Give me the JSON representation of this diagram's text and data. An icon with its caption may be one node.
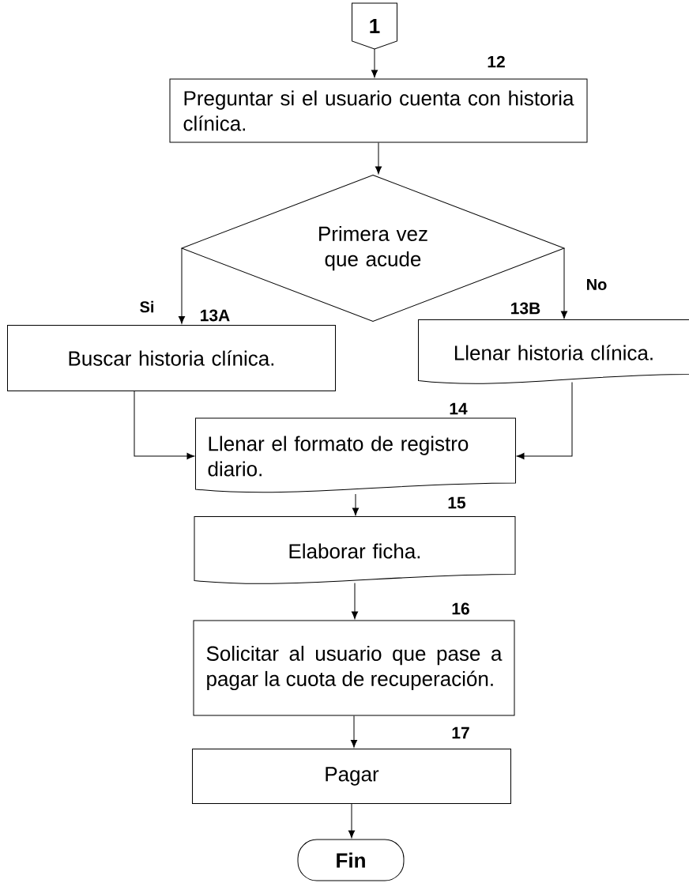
{
  "diagram": {
    "nodes": [
      {
        "text": [
          "1"
        ]
      },
      {
        "text": [
          "Preguntar si el usuario cuenta con historia clínica."
        ],
        "beside": [
          "12"
        ]
      },
      {
        "text": [
          "Primera vez que acude"
        ]
      },
      {
        "text": [
          "Buscar historia clínica."
        ],
        "beside": [
          "13A"
        ]
      },
      {
        "text": [
          "Llenar historia clínica."
        ],
        "beside": [
          "13B"
        ]
      },
      {
        "text": [
          "Llenar el formato de registro diario."
        ],
        "beside": [
          "14"
        ]
      },
      {
        "text": [
          "Elaborar ficha."
        ],
        "beside": [
          "15"
        ]
      },
      {
        "text": [
          "Solicitar al usuario que pase a pagar la cuota de recuperación."
        ],
        "beside": [
          "16"
        ]
      },
      {
        "text": [
          "Pagar"
        ],
        "beside": [
          "17"
        ]
      },
      {
        "text": [
          "Fin"
        ]
      }
    ],
    "edges": [
      {
        "from": 0,
        "to": 1,
        "arrow": "to"
      },
      {
        "from": 1,
        "to": 2,
        "arrow": "to"
      },
      {
        "from": 2,
        "to": 3,
        "arrow": "to",
        "label": "Si"
      },
      {
        "from": 2,
        "to": 4,
        "arrow": "to",
        "label": "No"
      },
      {
        "from": 3,
        "to": 5,
        "arrow": "to"
      },
      {
        "from": 4,
        "to": 5,
        "arrow": "to"
      },
      {
        "from": 5,
        "to": 6,
        "arrow": "to"
      },
      {
        "from": 6,
        "to": 7,
        "arrow": "to"
      },
      {
        "from": 7,
        "to": 8,
        "arrow": "to"
      },
      {
        "from": 8,
        "to": 9,
        "arrow": "to"
      }
    ]
  }
}
